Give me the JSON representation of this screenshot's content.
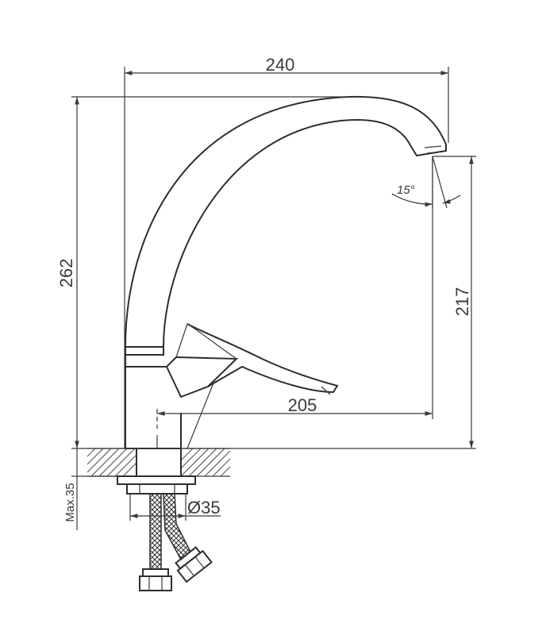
{
  "dimensions": {
    "width_label": "240",
    "height_label": "262",
    "spout_height_label": "217",
    "reach_label": "205",
    "angle_label": "15°",
    "diameter_label": "Ø35",
    "max_thickness_label": "Max.35"
  }
}
